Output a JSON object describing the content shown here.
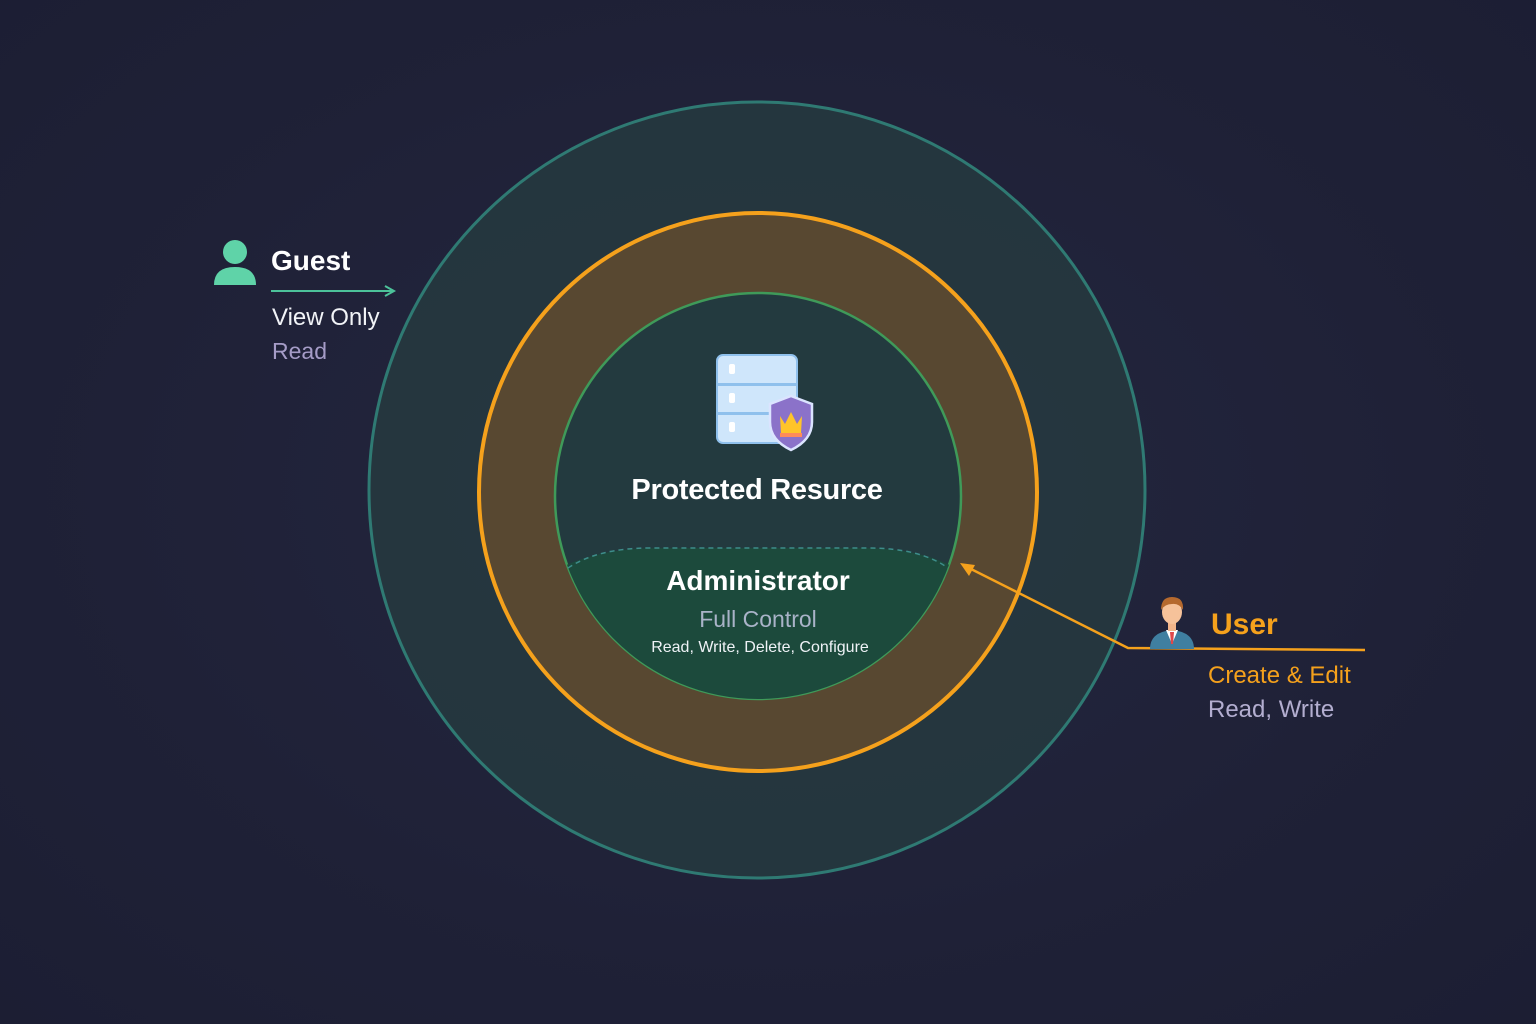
{
  "diagram": {
    "center": {
      "title": "Protected Resurce",
      "icon": "server-shield-icon"
    },
    "admin": {
      "title": "Administrator",
      "subtitle": "Full Control",
      "permissions": "Read, Write, Delete, Configure"
    },
    "guest": {
      "title": "Guest",
      "subtitle": "View Only",
      "permissions": "Read",
      "icon": "guest-user-icon"
    },
    "user": {
      "title": "User",
      "subtitle": "Create & Edit",
      "permissions": "Read, Write",
      "icon": "businessman-user-icon"
    }
  },
  "colors": {
    "background": "#20223a",
    "outer_ring": "#2f7a73",
    "middle_ring": "#f5a11c",
    "inner_ring": "#3f9a59",
    "guest_accent": "#5fd3a8",
    "user_accent": "#f5a11c"
  }
}
